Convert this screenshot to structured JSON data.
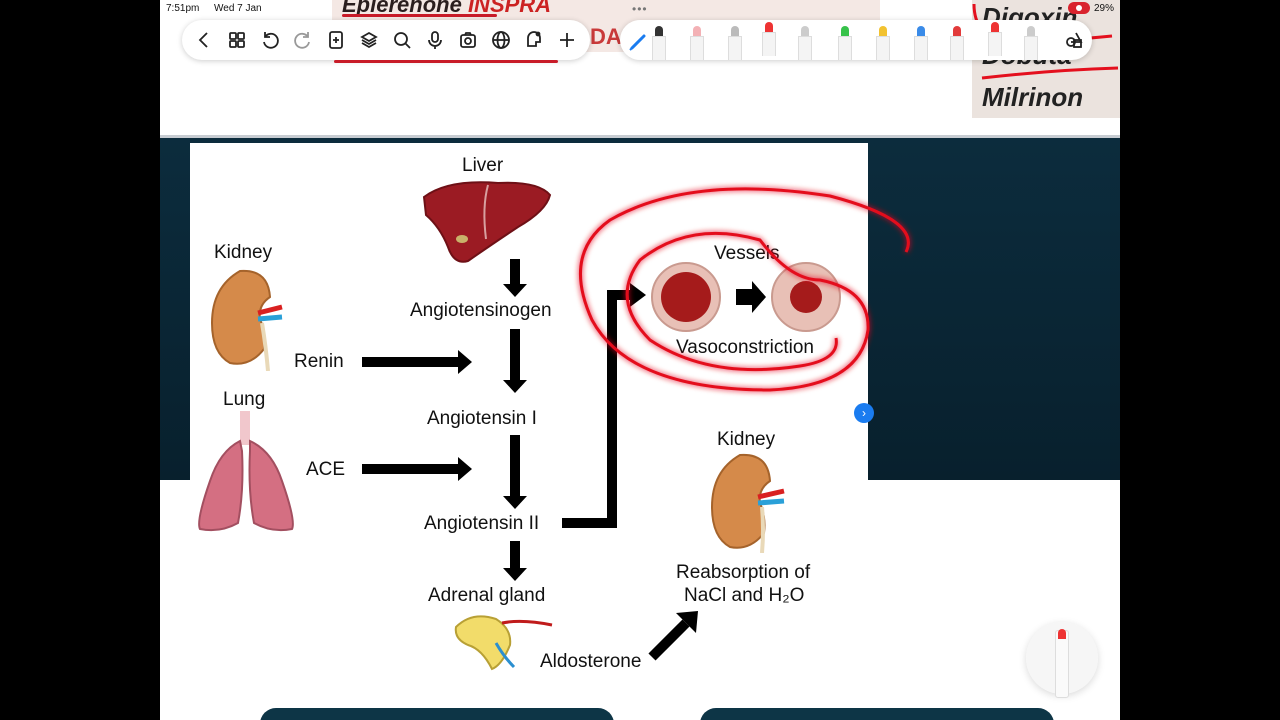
{
  "status_bar": {
    "time": "7:51pm",
    "date": "Wed 7 Jan",
    "battery": "29%"
  },
  "slide_snippet_top": {
    "drug_name": "Eplerenone",
    "drug_suffix": "INSPRA",
    "partial_text": "DA"
  },
  "slide_snippet_right": {
    "line1": "Digoxin",
    "line2": "Dobuta",
    "line3": "Milrinon"
  },
  "toolbar_left": {
    "icons": [
      "back-icon",
      "grid-icon",
      "undo-icon",
      "redo-icon",
      "add-page-icon",
      "layers-icon",
      "search-icon",
      "microphone-icon",
      "camera-icon",
      "globe-icon",
      "assistant-icon",
      "plus-icon"
    ]
  },
  "toolbar_right": {
    "icons": [
      "select-pen-icon",
      "fountain-pen-icon",
      "eraser-icon",
      "pencil-icon",
      "pen-icon",
      "ruler-icon",
      "green-highlighter-icon",
      "yellow-highlighter-icon",
      "blue-pen-icon",
      "red-pen-icon",
      "laser-pointer-icon",
      "brush-icon",
      "shapes-icon"
    ],
    "accent_colors": {
      "green": "#37c24a",
      "yellow": "#f2c230",
      "blue": "#3a8be8",
      "red": "#e23b3b"
    }
  },
  "diagram": {
    "labels": {
      "liver": "Liver",
      "kidney_left": "Kidney",
      "angiotensinogen": "Angiotensinogen",
      "renin": "Renin",
      "lung": "Lung",
      "angiotensin_1": "Angiotensin I",
      "ace": "ACE",
      "angiotensin_2": "Angiotensin II",
      "adrenal_gland": "Adrenal gland",
      "aldosterone": "Aldosterone",
      "vessels": "Vessels",
      "vasoconstriction": "Vasoconstriction",
      "kidney_right": "Kidney",
      "reabsorption_line1": "Reabsorption of",
      "reabsorption_line2": "NaCl and H₂O"
    }
  },
  "annotation": {
    "color": "#e4101e"
  },
  "next_button": "›"
}
